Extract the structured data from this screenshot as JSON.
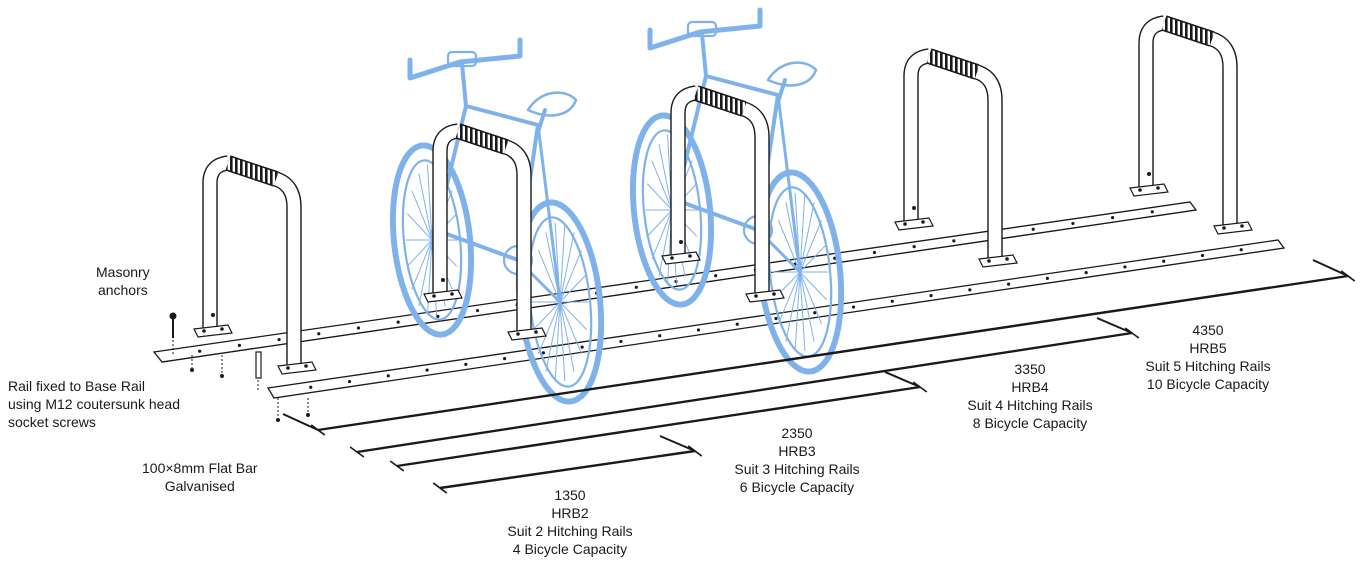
{
  "callouts": {
    "masonry": [
      "Masonry",
      "anchors"
    ],
    "rail_fixed": [
      "Rail fixed to Base Rail",
      "using M12 coutersunk head",
      "socket screws"
    ],
    "flat_bar": [
      "100×8mm Flat Bar",
      "Galvanised"
    ]
  },
  "dimensions": [
    {
      "length": "1350",
      "model": "HRB2",
      "rails": "Suit 2 Hitching Rails",
      "capacity": "4 Bicycle Capacity"
    },
    {
      "length": "2350",
      "model": "HRB3",
      "rails": "Suit 3 Hitching Rails",
      "capacity": "6 Bicycle Capacity"
    },
    {
      "length": "3350",
      "model": "HRB4",
      "rails": "Suit 4 Hitching Rails",
      "capacity": "8 Bicycle Capacity"
    },
    {
      "length": "4350",
      "model": "HRB5",
      "rails": "Suit 5 Hitching Rails",
      "capacity": "10 Bicycle Capacity"
    }
  ],
  "colors": {
    "line": "#1a1a1a",
    "bicycle": "#7fb2ea"
  }
}
